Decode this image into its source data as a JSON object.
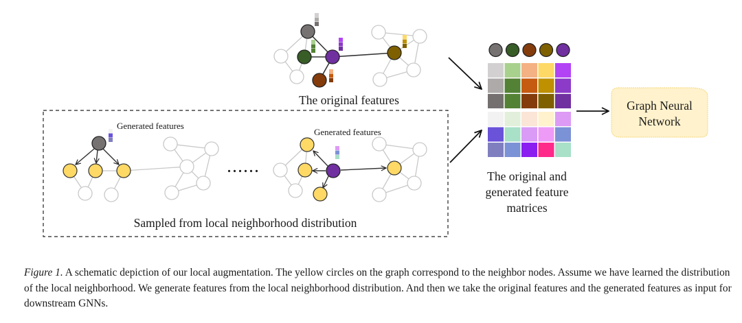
{
  "figure": {
    "original_graph": {
      "label": "The original features",
      "nodes": [
        {
          "id": "o1",
          "role": "center-gray",
          "fill": "#767272",
          "features": [
            "#d2d0d0",
            "#aeaaaa",
            "#757070"
          ]
        },
        {
          "id": "o2",
          "role": "center-green",
          "fill": "#385d27",
          "features": [
            "#a9d18e",
            "#538135",
            "#548235"
          ]
        },
        {
          "id": "o3",
          "role": "center-purple",
          "fill": "#7030a0",
          "features": [
            "#b344f5",
            "#8c3bc8",
            "#7030a0"
          ]
        },
        {
          "id": "o4",
          "role": "center-brown",
          "fill": "#843c0c",
          "features": [
            "#f4b183",
            "#c55a11",
            "#843c0c"
          ]
        },
        {
          "id": "o5",
          "role": "center-olive",
          "fill": "#7f6000",
          "features": [
            "#ffd966",
            "#bf9000",
            "#7f6000"
          ]
        }
      ]
    },
    "generated_graph_left": {
      "label": "Generated features",
      "center_fill": "#767272",
      "features": [
        "#f2f2f2",
        "#6a52d9",
        "#7f7fc0"
      ]
    },
    "generated_graph_right": {
      "label": "Generated features",
      "center_fill": "#7030a0",
      "features": [
        "#dd9bf5",
        "#7c92d6",
        "#a8e0c8"
      ]
    },
    "ellipsis": "......",
    "sampled_box_label": "Sampled from local neighborhood distribution",
    "neighbor_fill": "#ffd966",
    "matrix": {
      "header_node_colors": [
        "#767272",
        "#385d27",
        "#843c0c",
        "#7f6000",
        "#7030a0"
      ],
      "original_rows": [
        [
          "#d2d0d0",
          "#a9d18e",
          "#f4b183",
          "#ffd966",
          "#b344f5"
        ],
        [
          "#aeaaaa",
          "#538135",
          "#c55a11",
          "#bf9000",
          "#8c3bc8"
        ],
        [
          "#757070",
          "#548235",
          "#843c0c",
          "#7f6000",
          "#7030a0"
        ]
      ],
      "generated_rows": [
        [
          "#f2f2f2",
          "#e2efda",
          "#fbe5d6",
          "#fff2cc",
          "#dd9bf5"
        ],
        [
          "#6a52d9",
          "#a8e0c8",
          "#d99bf5",
          "#ee9bf8",
          "#7c92d6"
        ],
        [
          "#7f7fc0",
          "#7c92d6",
          "#8a1ff0",
          "#ff2a8a",
          "#a8e0c8"
        ]
      ],
      "label_lines": [
        "The original and",
        "generated feature",
        "matrices"
      ]
    },
    "gnn_box": {
      "label_lines": [
        "Graph Neural",
        "Network"
      ],
      "fill": "#fff2cc",
      "border": "#f5d67a"
    }
  },
  "caption": {
    "figure_label": "Figure 1.",
    "text": " A schematic depiction of our local augmentation. The yellow circles on the graph correspond to the neighbor nodes. Assume we have learned the distribution of the local neighborhood. We generate features from the local neighborhood distribution. And then we take the original features and the generated features as input for downstream GNNs."
  }
}
